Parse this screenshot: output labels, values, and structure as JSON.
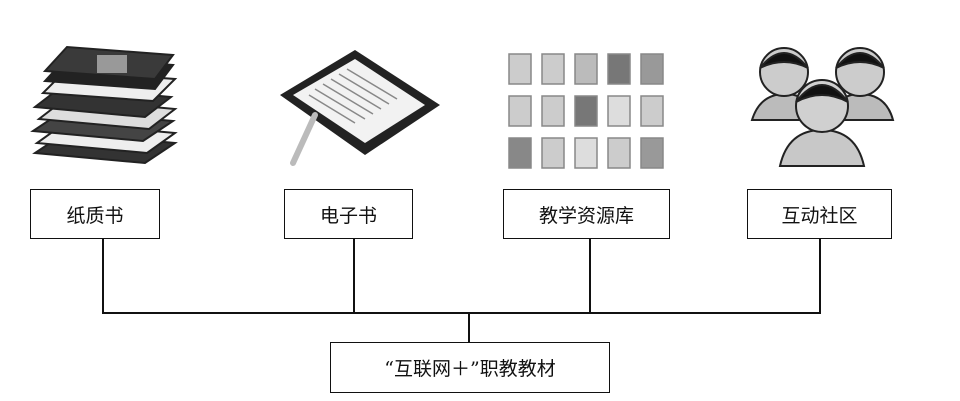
{
  "nodes": [
    {
      "label": "纸质书",
      "icon": "books-icon"
    },
    {
      "label": "电子书",
      "icon": "tablet-icon"
    },
    {
      "label": "教学资源库",
      "icon": "file-grid-icon"
    },
    {
      "label": "互动社区",
      "icon": "people-icon"
    }
  ],
  "root": {
    "label": "“互联网＋”职教教材"
  }
}
